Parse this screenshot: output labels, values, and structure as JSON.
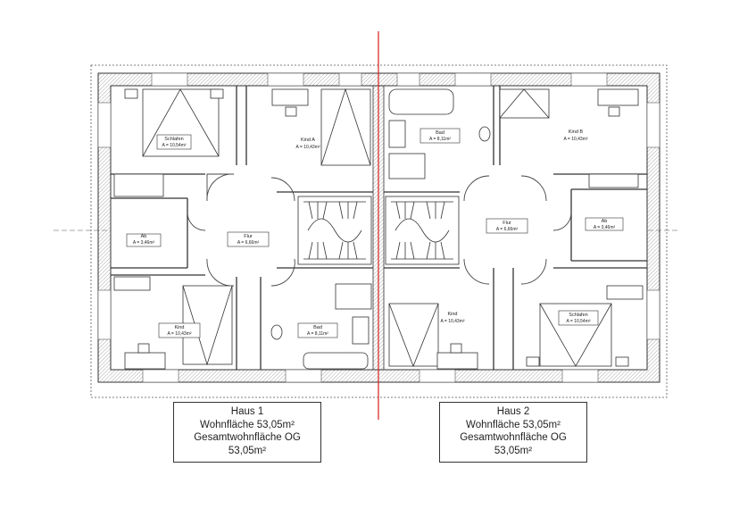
{
  "rooms": [
    {
      "id": "schlafen-1",
      "label": "Schlafen",
      "area": "A = 10,54m²"
    },
    {
      "id": "kind-a",
      "label": "Kind A",
      "area": "A = 10,43m²"
    },
    {
      "id": "ab-1",
      "label": "Ab",
      "area": "A = 3,46m²"
    },
    {
      "id": "flur-1",
      "label": "Flur",
      "area": "A = 6,66m²"
    },
    {
      "id": "kind-1",
      "label": "Kind",
      "area": "A = 10,43m²"
    },
    {
      "id": "bad-1",
      "label": "Bad",
      "area": "A = 8,11m²"
    },
    {
      "id": "bad-2",
      "label": "Bad",
      "area": "A = 8,11m²"
    },
    {
      "id": "kind-2",
      "label": "Kind",
      "area": "A = 10,43m²"
    },
    {
      "id": "flur-2",
      "label": "Flur",
      "area": "A = 6,66m²"
    },
    {
      "id": "ab-2",
      "label": "Ab",
      "area": "A = 3,46m²"
    },
    {
      "id": "kind-b",
      "label": "Kind B",
      "area": "A = 10,43m²"
    },
    {
      "id": "schlafen-2",
      "label": "Schlafen",
      "area": "A = 10,54m²"
    }
  ],
  "haus1": {
    "name": "Haus 1",
    "wohnflaeche": "Wohnfläche 53,05m²",
    "gesamt_label": "Gesamtwohnfläche OG",
    "gesamt_value": "53,05m²"
  },
  "haus2": {
    "name": "Haus 2",
    "wohnflaeche": "Wohnfläche 53,05m²",
    "gesamt_label": "Gesamtwohnfläche OG",
    "gesamt_value": "53,05m²"
  },
  "colors": {
    "wall": "#333333",
    "hatch": "#777777",
    "divider": "#d62020",
    "line": "#444444"
  }
}
